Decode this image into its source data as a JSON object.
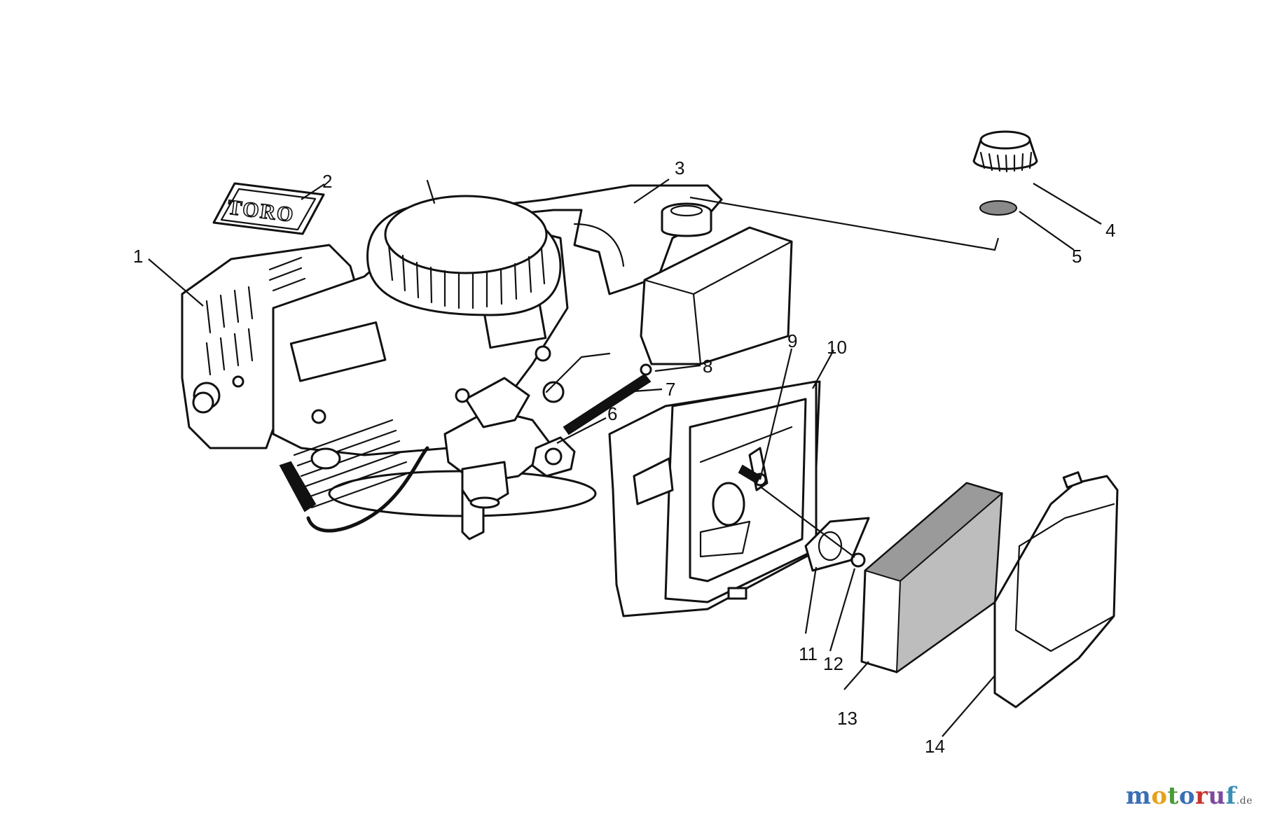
{
  "diagram": {
    "logo_text": "TORO",
    "callouts": [
      {
        "id": "1",
        "label": "1"
      },
      {
        "id": "2",
        "label": "2"
      },
      {
        "id": "3",
        "label": "3"
      },
      {
        "id": "4",
        "label": "4"
      },
      {
        "id": "5",
        "label": "5"
      },
      {
        "id": "6",
        "label": "6"
      },
      {
        "id": "7",
        "label": "7"
      },
      {
        "id": "8",
        "label": "8"
      },
      {
        "id": "9",
        "label": "9"
      },
      {
        "id": "10",
        "label": "10"
      },
      {
        "id": "11",
        "label": "11"
      },
      {
        "id": "12",
        "label": "12"
      },
      {
        "id": "13",
        "label": "13"
      },
      {
        "id": "14",
        "label": "14"
      }
    ]
  },
  "watermark": {
    "letters": [
      "m",
      "o",
      "t",
      "o",
      "r",
      "u",
      "f"
    ],
    "colors": [
      "#3a6fb5",
      "#e6a21a",
      "#4a9a3a",
      "#3a6fb5",
      "#c8322d",
      "#7a4aa0",
      "#3a8fb5"
    ],
    "suffix": ".de"
  }
}
